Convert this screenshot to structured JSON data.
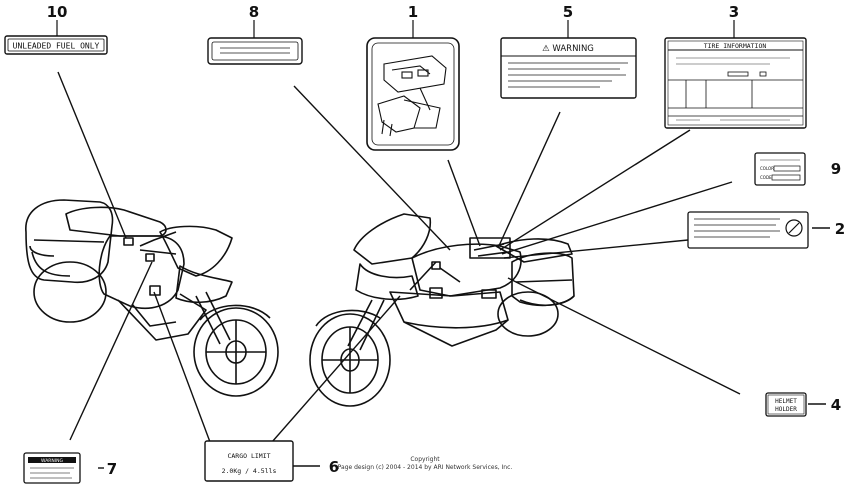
{
  "labels": {
    "1": "1",
    "2": "2",
    "3": "3",
    "4": "4",
    "5": "5",
    "6": "6",
    "7": "7",
    "8": "8",
    "9": "9",
    "10": "10"
  },
  "decals": {
    "fuel": "UNLEADED FUEL ONLY",
    "warning": "⚠ WARNING",
    "tire_info": "TIRE INFORMATION",
    "cargo_title": "CARGO LIMIT",
    "cargo_value": "2.0Kg / 4.5lls",
    "helmet_line1": "HELMET",
    "helmet_line2": "HOLDER",
    "small_warning": "WARNING",
    "color_field": "COLOR",
    "code_field": "CODE"
  },
  "copyright": {
    "line1": "Copyright",
    "line2": "Page design (c) 2004 - 2014 by ARI Network Services, Inc."
  },
  "colors": {
    "ink": "#111111",
    "background": "#ffffff"
  }
}
